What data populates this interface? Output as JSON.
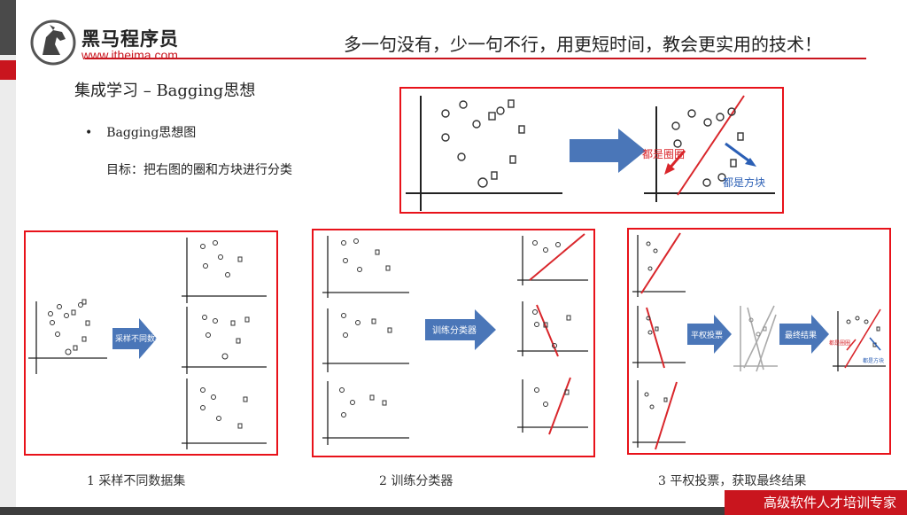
{
  "header": {
    "brand": "黑马程序员",
    "url": "www.itheima.com",
    "slogan": "多一句没有，少一句不行，用更短时间，教会更实用的技术！"
  },
  "slide": {
    "title": "集成学习 – Bagging思想",
    "bullet": "Bagging思想图",
    "goal": "目标：把右图的圈和方块进行分类"
  },
  "diagram": {
    "label_circles": "都是圈圈",
    "label_squares": "都是方块",
    "step1_button": "采样不同数据",
    "step2_button": "训练分类器",
    "vote_button": "平权投票",
    "final_button": "最终结果",
    "small_label_circles": "都是圈圈",
    "small_label_squares": "都是方块"
  },
  "captions": {
    "step1": "1 采样不同数据集",
    "step2": "2 训练分类器",
    "step3": "3 平权投票，获取最终结果"
  },
  "footer": {
    "tagline": "高级软件人才培训专家"
  },
  "colors": {
    "frame_red": "#e8121a",
    "brand_red": "#c9151e",
    "arrow_blue": "#4a76b8",
    "label_red": "#d9262b",
    "label_blue": "#2b5fb5"
  }
}
